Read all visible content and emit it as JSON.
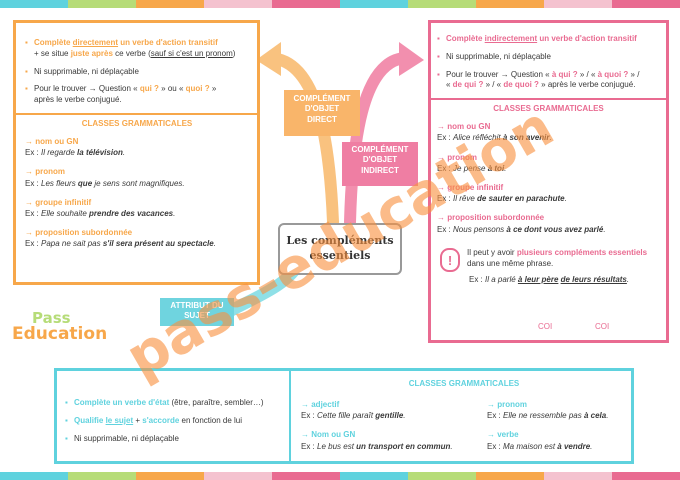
{
  "colors": {
    "orange": "#f7a74a",
    "pink": "#e96b91",
    "blue": "#5fd2de",
    "stripe": [
      "#5fd2de",
      "#b6dc78",
      "#f7a74a",
      "#f4c2cf",
      "#e96b91",
      "#5fd2de",
      "#b6dc78",
      "#f7a74a",
      "#f4c2cf",
      "#e96b91"
    ]
  },
  "center": {
    "title_line1": "Les compléments",
    "title_line2": "essentiels"
  },
  "logo": {
    "line1": "Pass",
    "line2": "Education"
  },
  "watermark": "pass-education",
  "cod": {
    "header": [
      "COMPLÉMENT",
      "D'OBJET",
      "DIRECT"
    ],
    "rule1": {
      "a": "Complète ",
      "b": "directement",
      "c": " un verbe d'action transitif"
    },
    "rule1b": {
      "a": "+ se situe ",
      "b": "juste après",
      "c": " ce verbe (",
      "d": "sauf si c'est un pronom",
      "e": ")"
    },
    "rule2": "Ni supprimable, ni déplaçable",
    "rule3": {
      "a": "Pour le trouver → Question « ",
      "b": "qui ?",
      "c": " » ou « ",
      "d": "quoi ?",
      "e": " »"
    },
    "rule3b": "après le verbe conjugué.",
    "classes_title": "CLASSES GRAMMATICALES",
    "items": [
      {
        "cat": "nom ou GN",
        "ex_a": "Il regarde ",
        "ex_b": "la télévision",
        "ex_c": "."
      },
      {
        "cat": "pronom",
        "ex_a": "Les fleurs ",
        "ex_b": "que",
        "ex_c": " je sens sont magnifiques."
      },
      {
        "cat": "groupe infinitif",
        "ex_a": "Elle souhaite ",
        "ex_b": "prendre des vacances",
        "ex_c": "."
      },
      {
        "cat": "proposition subordonnée",
        "ex_a": "Papa ne sait pas ",
        "ex_b": "s'il sera présent au spectacle",
        "ex_c": "."
      }
    ]
  },
  "coi": {
    "header": [
      "COMPLÉMENT",
      "D'OBJET",
      "INDIRECT"
    ],
    "rule1": {
      "a": "Complète ",
      "b": "indirectement",
      "c": " un verbe d'action transitif"
    },
    "rule2": "Ni supprimable, ni déplaçable",
    "rule3": {
      "a": "Pour le trouver → Question « ",
      "b": "à qui ?",
      "c": " » / « ",
      "d": "à quoi ?",
      "e": " » /"
    },
    "rule3b": {
      "a": "« ",
      "b": "de qui ?",
      "c": " » / « ",
      "d": "de quoi ?",
      "e": " » après le verbe conjugué."
    },
    "classes_title": "CLASSES GRAMMATICALES",
    "items": [
      {
        "cat": "nom ou GN",
        "ex_a": "Alice réfléchit ",
        "ex_b": "à son avenir",
        "ex_c": "."
      },
      {
        "cat": "pronom",
        "ex_a": "Je pense ",
        "ex_b": "à toi",
        "ex_c": "."
      },
      {
        "cat": "groupe infinitif",
        "ex_a": "Il rêve ",
        "ex_b": "de sauter en parachute",
        "ex_c": "."
      },
      {
        "cat": "proposition subordonnée",
        "ex_a": "Nous pensons ",
        "ex_b": "à ce dont vous avez parlé",
        "ex_c": "."
      }
    ],
    "note": {
      "a": "Il peut y avoir ",
      "b": "plusieurs compléments essentiels",
      "c": " dans une même phrase."
    },
    "note_ex": {
      "a": "Il a parlé ",
      "b": "à leur père",
      "c": " ",
      "d": "de leurs résultats",
      "e": "."
    },
    "coi_label": "COI"
  },
  "attr": {
    "header": [
      "ATTRIBUT DU",
      "SUJET"
    ],
    "rule1": {
      "a": "Complète ",
      "b": "un verbe d'état",
      "c": " (être, paraître, sembler…)"
    },
    "rule2": {
      "a": "Qualifie ",
      "b": "le sujet",
      "c": " + ",
      "d": "s'accorde",
      "e": " en fonction de lui"
    },
    "rule3": "Ni supprimable, ni déplaçable",
    "classes_title": "CLASSES GRAMMATICALES",
    "items": [
      {
        "cat": "adjectif",
        "ex_a": "Cette fille paraît ",
        "ex_b": "gentille",
        "ex_c": "."
      },
      {
        "cat": "Nom ou GN",
        "ex_a": "Le bus est ",
        "ex_b": "un transport en commun",
        "ex_c": "."
      },
      {
        "cat": "pronom",
        "ex_a": "Elle ne ressemble pas ",
        "ex_b": "à cela",
        "ex_c": "."
      },
      {
        "cat": "verbe",
        "ex_a": "Ma maison est ",
        "ex_b": "à vendre",
        "ex_c": "."
      }
    ]
  },
  "ex_label": "Ex : "
}
